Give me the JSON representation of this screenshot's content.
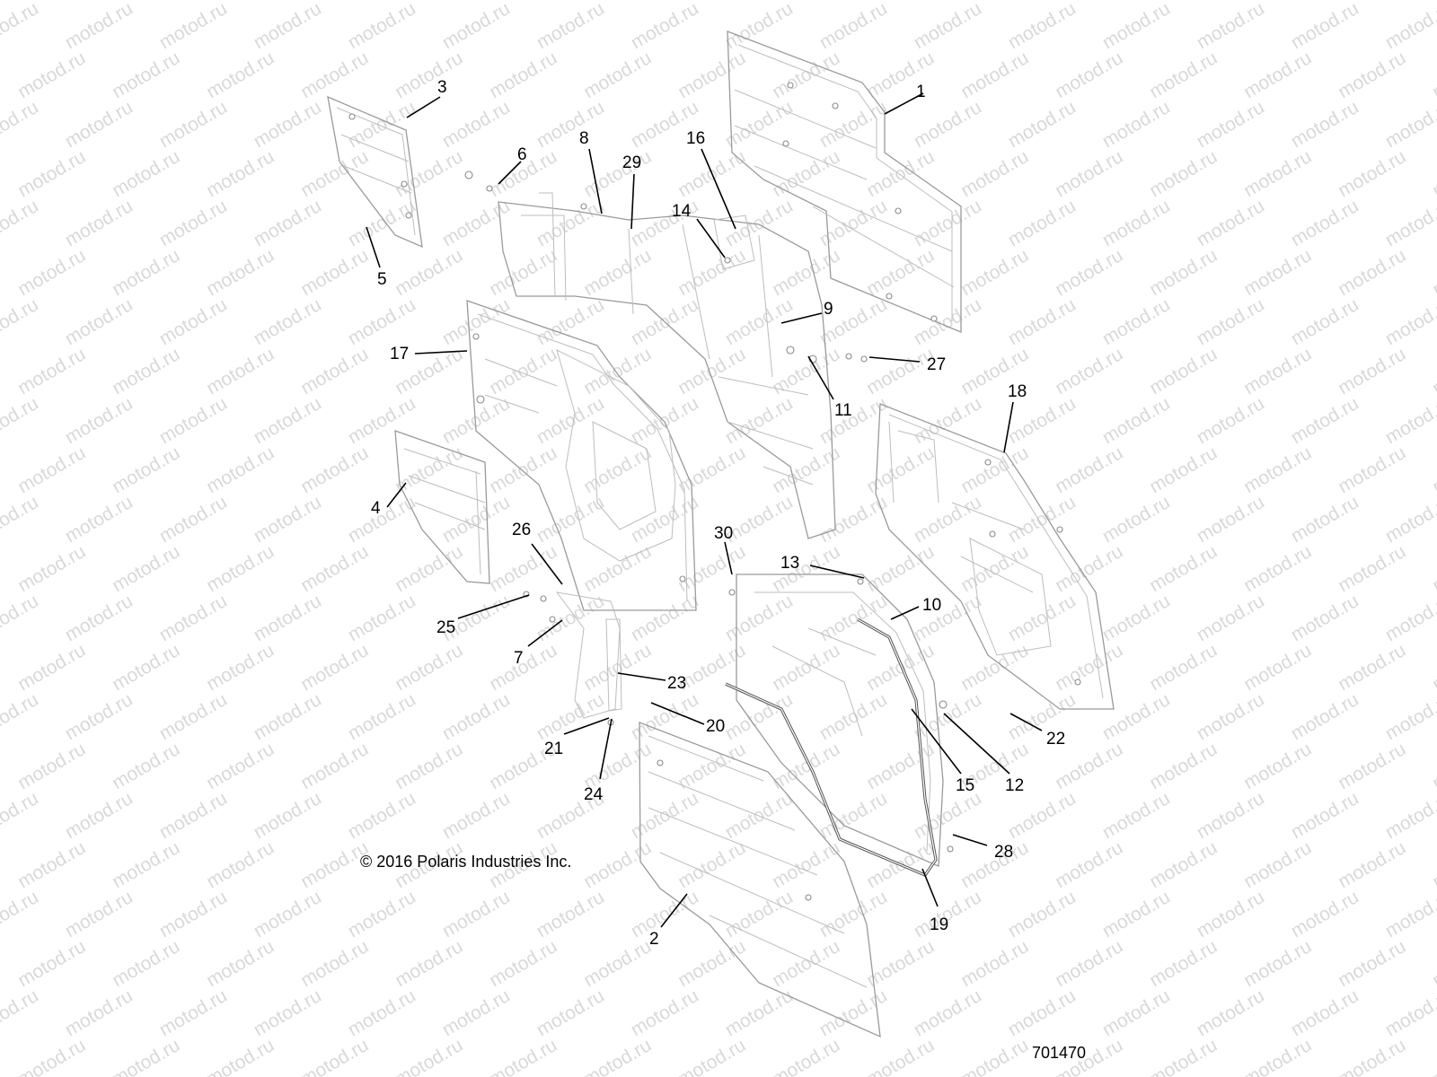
{
  "watermark": {
    "text": "motod.ru"
  },
  "copyright": "© 2016 Polaris Industries Inc.",
  "diagram_number": "701470",
  "callouts": [
    {
      "id": "1",
      "label": "1"
    },
    {
      "id": "2",
      "label": "2"
    },
    {
      "id": "3",
      "label": "3"
    },
    {
      "id": "4",
      "label": "4"
    },
    {
      "id": "5",
      "label": "5"
    },
    {
      "id": "6",
      "label": "6"
    },
    {
      "id": "7",
      "label": "7"
    },
    {
      "id": "8",
      "label": "8"
    },
    {
      "id": "9",
      "label": "9"
    },
    {
      "id": "10",
      "label": "10"
    },
    {
      "id": "11",
      "label": "11"
    },
    {
      "id": "12",
      "label": "12"
    },
    {
      "id": "13",
      "label": "13"
    },
    {
      "id": "14",
      "label": "14"
    },
    {
      "id": "15",
      "label": "15"
    },
    {
      "id": "16",
      "label": "16"
    },
    {
      "id": "17",
      "label": "17"
    },
    {
      "id": "18",
      "label": "18"
    },
    {
      "id": "19",
      "label": "19"
    },
    {
      "id": "20",
      "label": "20"
    },
    {
      "id": "21",
      "label": "21"
    },
    {
      "id": "22",
      "label": "22"
    },
    {
      "id": "23",
      "label": "23"
    },
    {
      "id": "24",
      "label": "24"
    },
    {
      "id": "25",
      "label": "25"
    },
    {
      "id": "26",
      "label": "26"
    },
    {
      "id": "27",
      "label": "27"
    },
    {
      "id": "28",
      "label": "28"
    },
    {
      "id": "29",
      "label": "29"
    },
    {
      "id": "30",
      "label": "30"
    }
  ]
}
